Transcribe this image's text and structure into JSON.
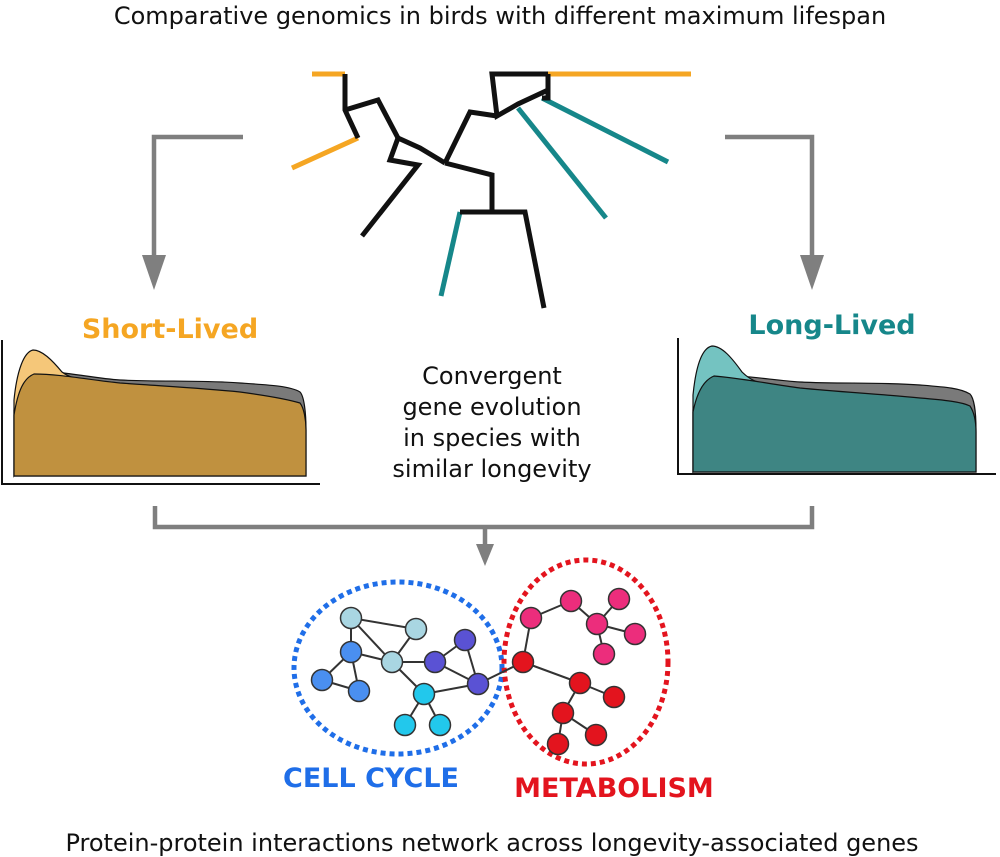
{
  "top_title": "Comparative genomics in birds with different maximum lifespan",
  "left_panel": {
    "title": "Short-Lived"
  },
  "right_panel": {
    "title": "Long-Lived"
  },
  "center_text": [
    "Convergent",
    "gene evolution",
    "in species with",
    "similar longevity"
  ],
  "network": {
    "cluster_labels": {
      "left": "CELL CYCLE",
      "right": "METABOLISM"
    }
  },
  "bottom_caption": "Protein-protein interactions network across longevity-associated genes",
  "colors": {
    "short_lived": "#f5a623",
    "long_lived": "#16878a",
    "short_fill": "#c0913f",
    "short_peak": "#f5c779",
    "long_fill": "#3e8583",
    "long_peak": "#74c3c1",
    "baseline_grey": "#7a7a7a",
    "arrow": "#7f7f7f",
    "cell_cycle": "#1f6ee8",
    "metabolism": "#e3141e"
  }
}
